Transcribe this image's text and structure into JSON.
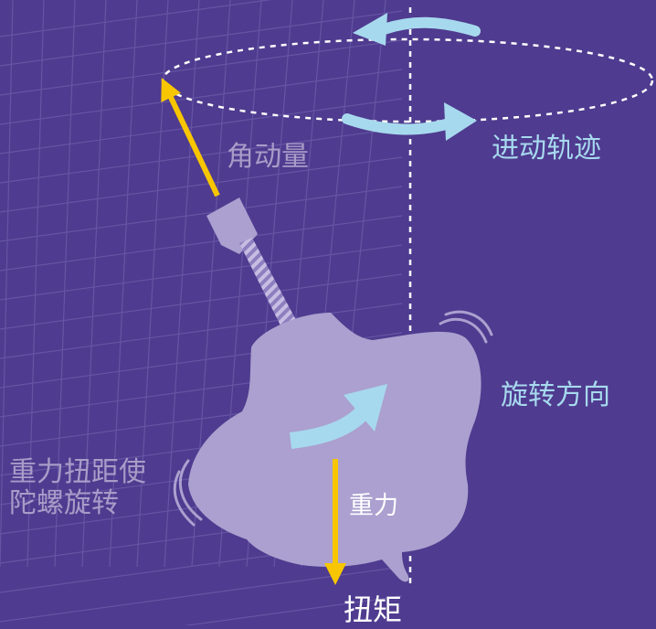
{
  "labels": {
    "angular_momentum": "角动量",
    "precession_path": "进动轨迹",
    "spin_direction": "旋转方向",
    "torque_line1": "重力扭距使",
    "torque_line2": "陀螺旋转",
    "gravity": "重力",
    "torque": "扭矩"
  },
  "colors": {
    "background": "#4f3b8f",
    "grid": "#6a5aa8",
    "top_body": "#aba0cf",
    "axis_arrow": "#f7c600",
    "light_blue": "#a7d9ee",
    "label_gray": "#a89cc8",
    "white": "#ffffff"
  }
}
